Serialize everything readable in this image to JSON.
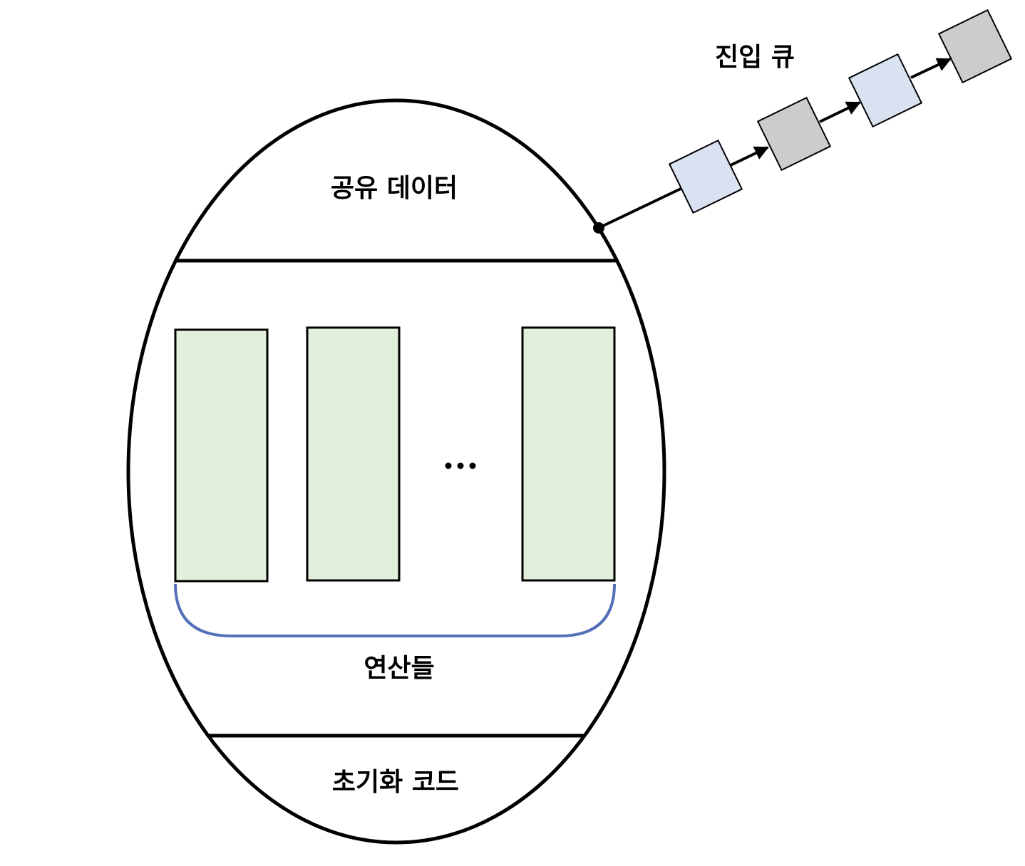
{
  "labels": {
    "shared_data": "공유 데이터",
    "operations": "연산들",
    "init_code": "초기화 코드",
    "entry_queue": "진입 큐"
  },
  "colors": {
    "outline": "#000000",
    "operation_fill": "#e2efda",
    "brace": "#5470b8",
    "queue_light": "#dae1f1",
    "queue_gray": "#cccccc"
  },
  "icons": {
    "ellipsis": "ellipsis-icon",
    "arrow": "arrowhead-icon"
  }
}
